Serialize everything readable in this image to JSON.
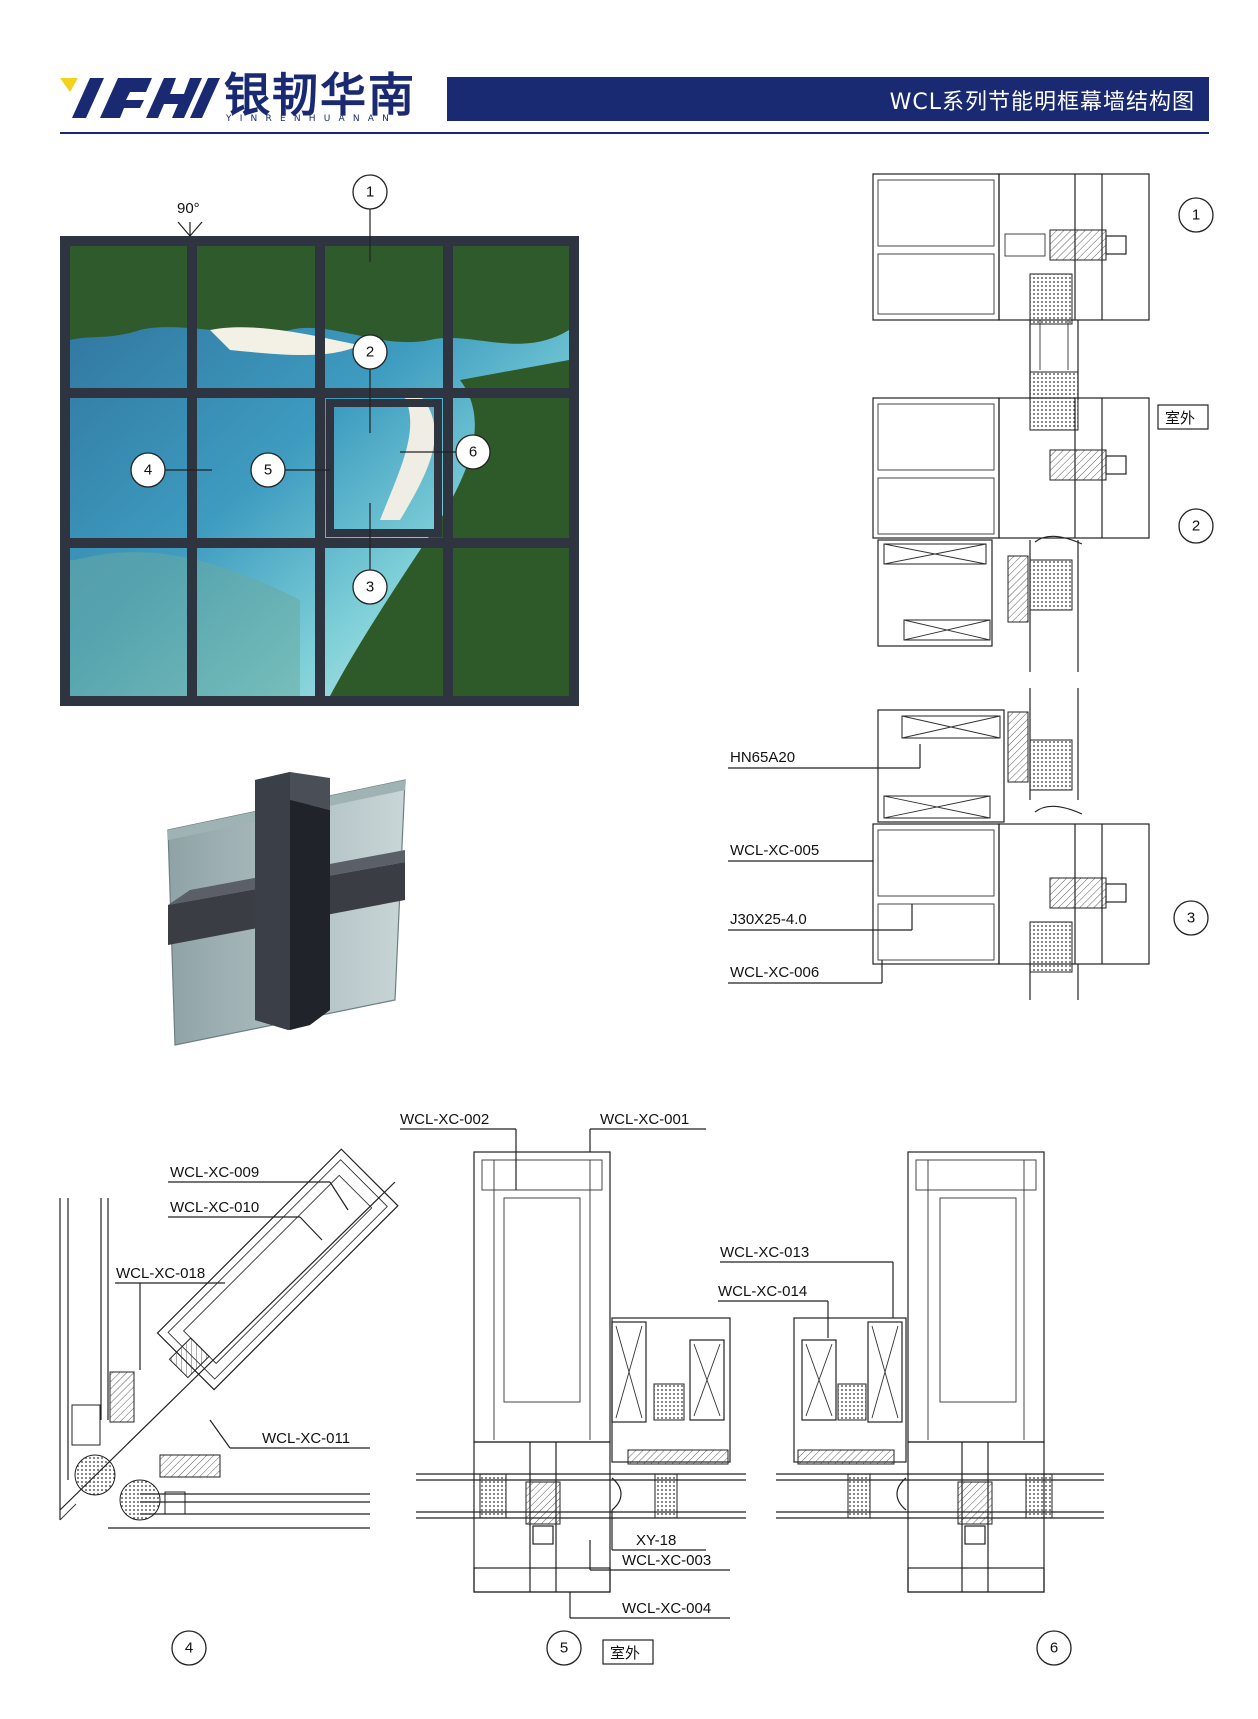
{
  "header": {
    "logo_latin": "YRHN",
    "logo_cn": "银韧华南",
    "logo_pinyin": "YINRENHUANAN",
    "title": "WCL系列节能明框幕墙结构图",
    "brand_color": "#1a2a72"
  },
  "elevation": {
    "angle_label": "90°",
    "callouts": [
      "1",
      "2",
      "3",
      "4",
      "5",
      "6"
    ]
  },
  "details": {
    "d1": {
      "number": "1"
    },
    "d2": {
      "number": "2",
      "side_label": "室外"
    },
    "d3": {
      "number": "3",
      "labels": [
        "HN65A20",
        "WCL-XC-005",
        "J30X25-4.0",
        "WCL-XC-006"
      ]
    },
    "d4": {
      "number": "4",
      "labels": [
        "WCL-XC-009",
        "WCL-XC-010",
        "WCL-XC-018",
        "WCL-XC-011"
      ]
    },
    "d5": {
      "number": "5",
      "side_label": "室外",
      "labels": [
        "WCL-XC-002",
        "WCL-XC-001",
        "XY-18",
        "WCL-XC-003",
        "WCL-XC-004"
      ]
    },
    "d6": {
      "number": "6",
      "labels": [
        "WCL-XC-013",
        "WCL-XC-014"
      ]
    }
  }
}
